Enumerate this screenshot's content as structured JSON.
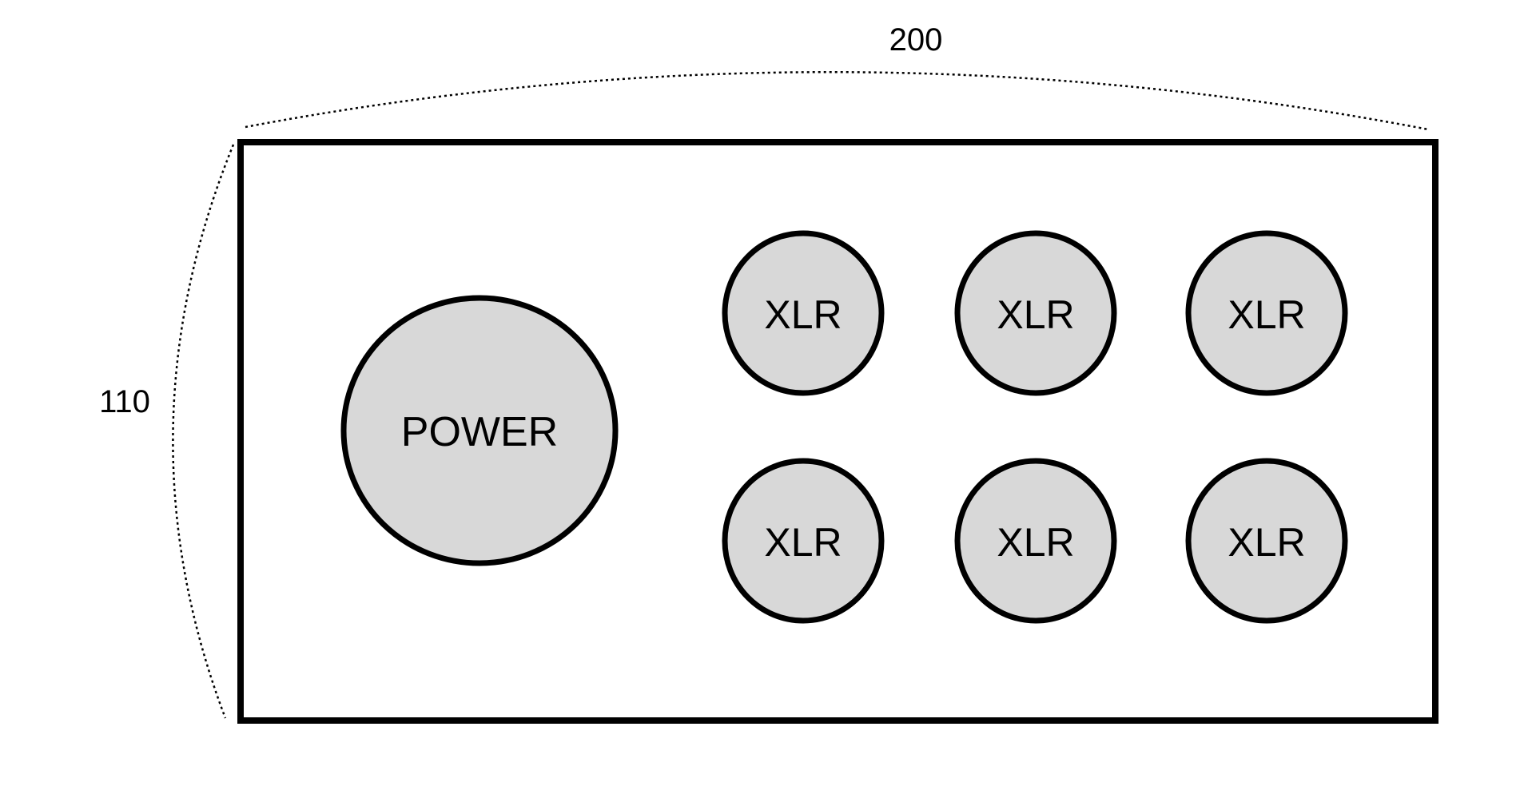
{
  "diagram": {
    "title": "Connector panel layout",
    "dimensions": {
      "width_label": "200",
      "height_label": "110"
    },
    "colors": {
      "connector_fill": "#d8d8d8",
      "outline": "#000000",
      "background": "#ffffff"
    },
    "connectors": {
      "power": {
        "label": "POWER"
      },
      "xlr": [
        {
          "label": "XLR",
          "row": 1,
          "col": 1
        },
        {
          "label": "XLR",
          "row": 1,
          "col": 2
        },
        {
          "label": "XLR",
          "row": 1,
          "col": 3
        },
        {
          "label": "XLR",
          "row": 2,
          "col": 1
        },
        {
          "label": "XLR",
          "row": 2,
          "col": 2
        },
        {
          "label": "XLR",
          "row": 2,
          "col": 3
        }
      ]
    }
  }
}
